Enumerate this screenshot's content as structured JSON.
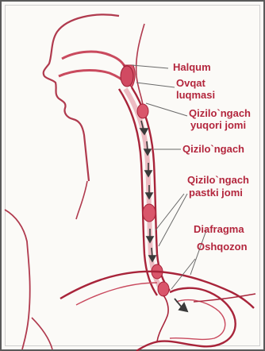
{
  "labels": {
    "halqum": "Halqum",
    "ovqat_line1": "Ovqat",
    "ovqat_line2": "luqmasi",
    "upper_line1": "Qizilo`ngach",
    "upper_line2": "yuqori jomi",
    "qizilongach": "Qizilo`ngach",
    "lower_line1": "Qizilo`ngach",
    "lower_line2": "pastki jomi",
    "diafragma": "Diafragma",
    "oshqozon": "Oshqozon"
  },
  "colors": {
    "label_text": "#b3263d",
    "outline": "#a8243a",
    "tissue": "#d9566b",
    "arrow": "#3a3a3a",
    "leader": "#6a6a6a"
  }
}
